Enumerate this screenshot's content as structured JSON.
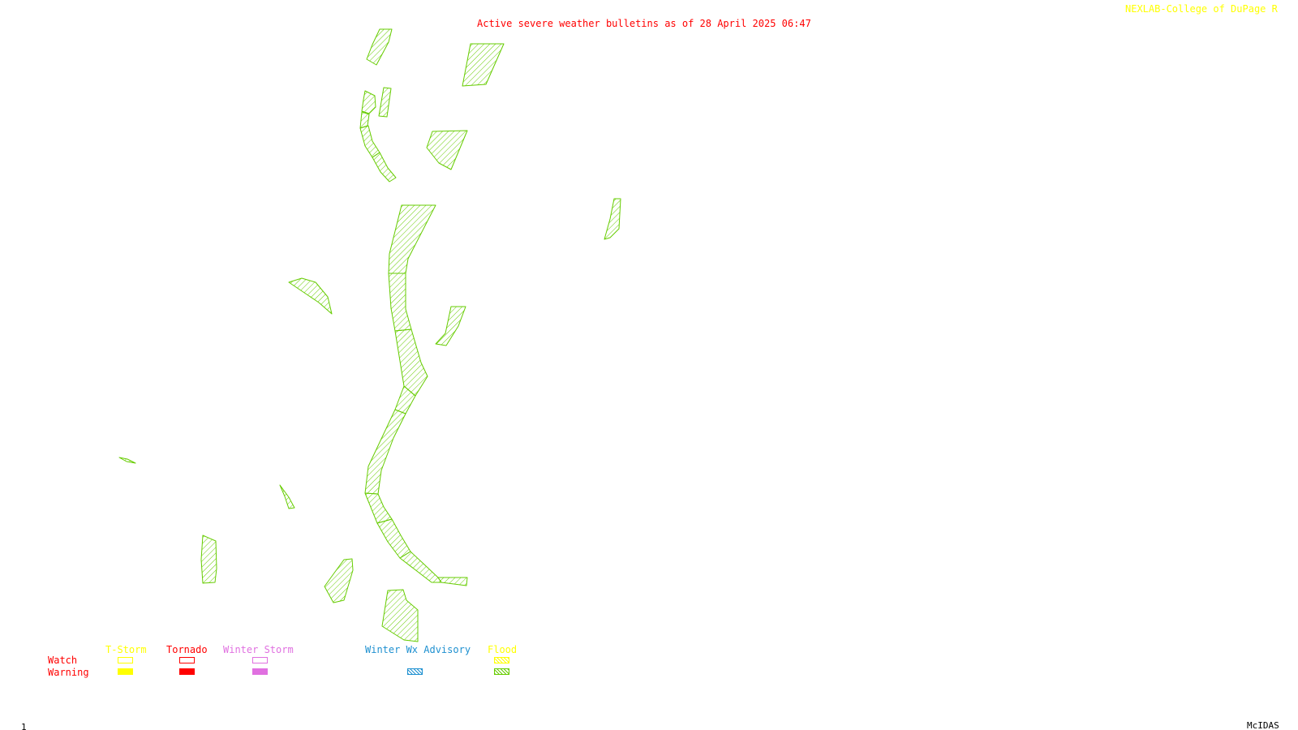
{
  "header": {
    "title": "Active severe weather bulletins as of 28 April 2025 06:47",
    "credit": "NEXLAB-College of DuPage R"
  },
  "colors": {
    "title": "#ff0000",
    "credit": "#ffff00",
    "tstorm": "#ffff00",
    "tornado": "#ff0000",
    "winter_storm": "#e070e0",
    "winter_advisory": "#1e90d0",
    "flood": "#66cc00",
    "row_labels": "#ff0000",
    "footer": "#000000"
  },
  "map": {
    "hazard_type": "Flood",
    "hatch_color": "#66cc00"
  },
  "legend": {
    "rows": {
      "watch": "Watch",
      "warning": "Warning"
    },
    "columns": {
      "tstorm": "T-Storm",
      "tornado": "Tornado",
      "winter_storm": "Winter Storm",
      "winter_advisory": "Winter Wx Advisory",
      "flood": "Flood"
    }
  },
  "footer": {
    "frame_number": "1",
    "software": "McIDAS"
  }
}
